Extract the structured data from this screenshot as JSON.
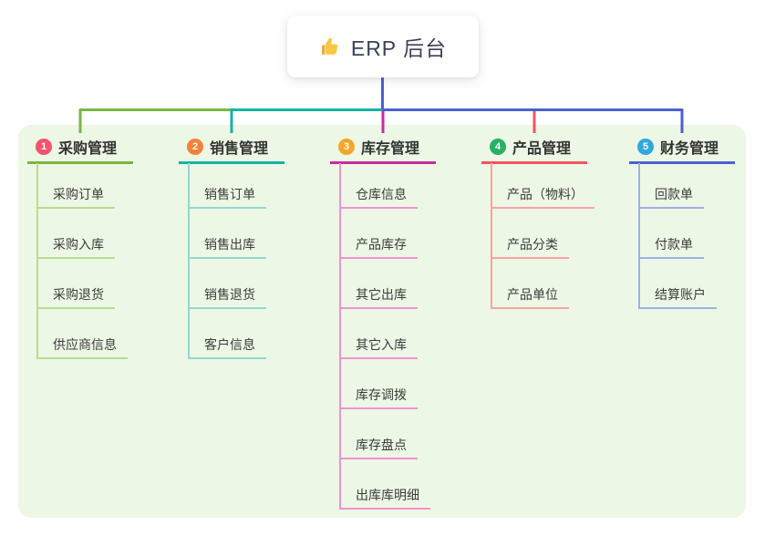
{
  "root": {
    "title": "ERP 后台",
    "icon": "thumbs-up"
  },
  "canvas": {
    "background": "#edf7e5"
  },
  "branches": [
    {
      "num": "1",
      "label": "采购管理",
      "badge_color": "#f4536e",
      "line_color": "#78b73f",
      "child_line_color": "#b9dc92",
      "children": [
        "采购订单",
        "采购入库",
        "采购退货",
        "供应商信息"
      ]
    },
    {
      "num": "2",
      "label": "销售管理",
      "badge_color": "#f58238",
      "line_color": "#14b3a6",
      "child_line_color": "#8fd9d1",
      "children": [
        "销售订单",
        "销售出库",
        "销售退货",
        "客户信息"
      ]
    },
    {
      "num": "3",
      "label": "库存管理",
      "badge_color": "#f7a62a",
      "line_color": "#cb2aa0",
      "child_line_color": "#f193d1",
      "children": [
        "仓库信息",
        "产品库存",
        "其它出库",
        "其它入库",
        "库存调拨",
        "库存盘点",
        "出库库明细"
      ]
    },
    {
      "num": "4",
      "label": "产品管理",
      "badge_color": "#27b164",
      "line_color": "#f25462",
      "child_line_color": "#f9a2a4",
      "children": [
        "产品（物料）",
        "产品分类",
        "产品单位"
      ]
    },
    {
      "num": "5",
      "label": "财务管理",
      "badge_color": "#30a9de",
      "line_color": "#4862d3",
      "child_line_color": "#9fb0e6",
      "children": [
        "回款单",
        "付款单",
        "结算账户"
      ]
    }
  ]
}
